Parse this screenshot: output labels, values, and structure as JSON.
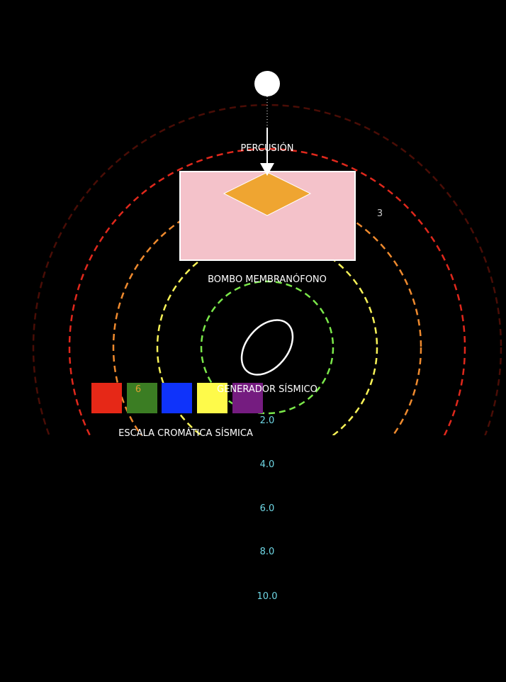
{
  "labels": {
    "percussion": "PERCUSIÓN",
    "drum": "BOMBO MEMBRANÓFONO",
    "generator": "GENERADOR SÍSMICO",
    "scale": "ESCALA CROMÁTICA SÍSMICA",
    "ring_number_right": "3",
    "ring_number_left": "6"
  },
  "depth_scale": [
    "2.0",
    "4.0",
    "6.0",
    "8.0",
    "10.0"
  ],
  "rings": [
    {
      "color": "#4a0d06"
    },
    {
      "color": "#e0281c"
    },
    {
      "color": "#ef8a2e"
    },
    {
      "color": "#f7f257"
    },
    {
      "color": "#7be84a"
    }
  ],
  "swatches": [
    {
      "color": "#e62817"
    },
    {
      "color": "#3b7d23"
    },
    {
      "color": "#0f33fa"
    },
    {
      "color": "#fefa4a"
    },
    {
      "color": "#751c80"
    }
  ],
  "colors": {
    "drum_fill": "#f4c2ca",
    "diamond_fill": "#efa531",
    "depth_text": "#6fd8e6",
    "ring_number_right": "#c8c8c8",
    "ring_number_left": "#e0a030"
  }
}
